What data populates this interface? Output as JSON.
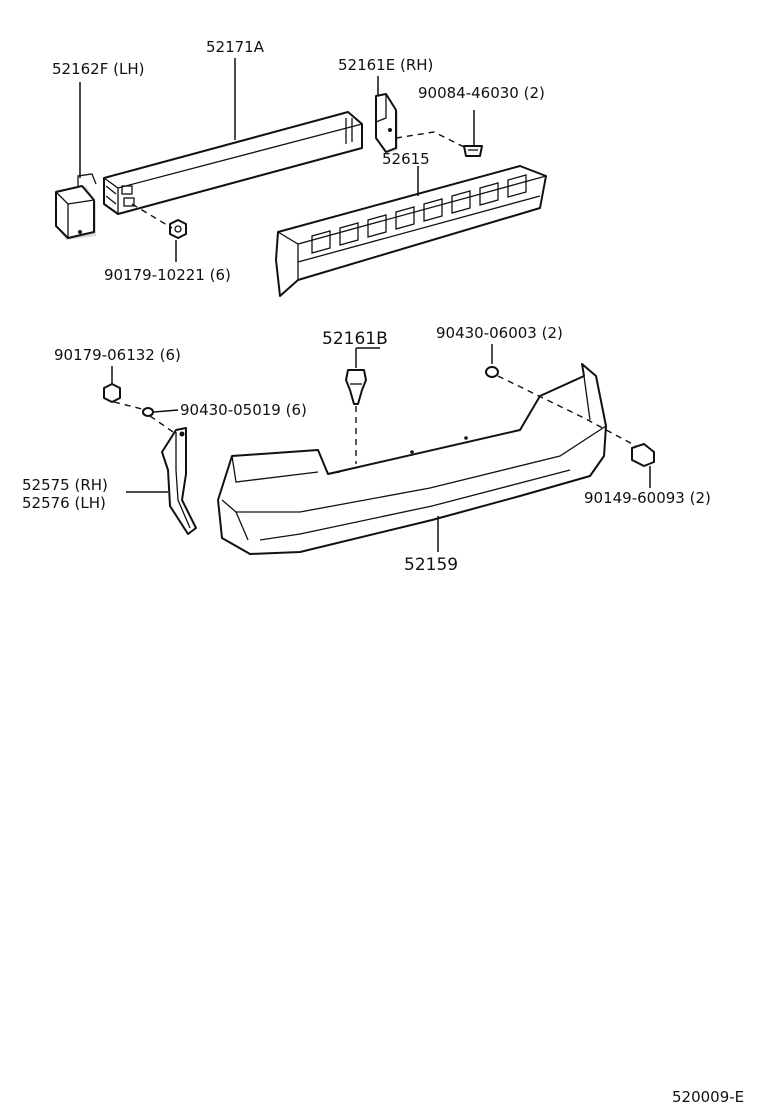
{
  "parts": {
    "p52171A": "52171A",
    "p52162F": "52162F (LH)",
    "p52161E": "52161E (RH)",
    "p90084": "90084-46030 (2)",
    "p52615": "52615",
    "p90179_10221": "90179-10221 (6)",
    "p52161B": "52161B",
    "p90430_06003": "90430-06003 (2)",
    "p90179_06132": "90179-06132 (6)",
    "p90430_05019": "90430-05019 (6)",
    "p52575": "52575 (RH)",
    "p52576": "52576 (LH)",
    "p90149": "90149-60093 (2)",
    "p52159": "52159"
  },
  "figure_code": "520009-E"
}
